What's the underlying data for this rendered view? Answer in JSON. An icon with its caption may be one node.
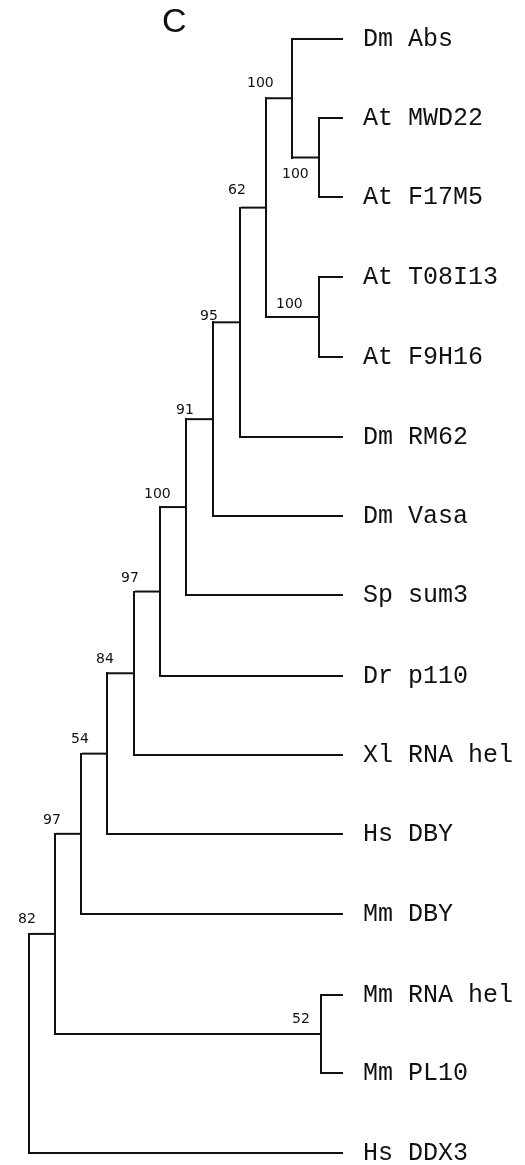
{
  "diagram": {
    "title": "C",
    "nodes": [
      {
        "text": [
          "Dm Abs"
        ]
      },
      {
        "text": [
          "At MWD22"
        ]
      },
      {
        "text": [
          "At F17M5"
        ]
      },
      {
        "text": [
          "At T08I13"
        ]
      },
      {
        "text": [
          "At F9H16"
        ]
      },
      {
        "text": [
          "Dm RM62"
        ]
      },
      {
        "text": [
          "Dm Vasa"
        ]
      },
      {
        "text": [
          "Sp sum3"
        ]
      },
      {
        "text": [
          "Dr p110"
        ]
      },
      {
        "text": [
          "Xl RNA hel"
        ]
      },
      {
        "text": [
          "Hs DBY"
        ]
      },
      {
        "text": [
          "Mm DBY"
        ]
      },
      {
        "text": [
          "Mm RNA hel"
        ]
      },
      {
        "text": [
          "Mm PL10"
        ]
      },
      {
        "text": [
          "Hs DDX3"
        ]
      },
      {
        "text": [],
        "shape": "bar"
      },
      {
        "text": [],
        "shape": "bar"
      },
      {
        "text": [],
        "shape": "bar"
      },
      {
        "text": [],
        "shape": "bar"
      },
      {
        "text": [],
        "shape": "bar"
      },
      {
        "text": [],
        "shape": "bar"
      },
      {
        "text": [],
        "shape": "bar"
      },
      {
        "text": [],
        "shape": "bar"
      },
      {
        "text": [],
        "shape": "bar"
      },
      {
        "text": [],
        "shape": "bar"
      },
      {
        "text": [],
        "shape": "bar"
      },
      {
        "text": [],
        "shape": "bar"
      },
      {
        "text": [],
        "shape": "bar"
      },
      {
        "text": [],
        "shape": "bar"
      }
    ],
    "edges": [
      {
        "from": 15,
        "to": 1,
        "arrow": "none"
      },
      {
        "from": 15,
        "to": 2,
        "arrow": "none"
      },
      {
        "from": 16,
        "to": 0,
        "arrow": "none"
      },
      {
        "from": 16,
        "to": 15,
        "arrow": "none"
      },
      {
        "from": 17,
        "to": 3,
        "arrow": "none"
      },
      {
        "from": 17,
        "to": 4,
        "arrow": "none"
      },
      {
        "from": 18,
        "to": 16,
        "arrow": "none"
      },
      {
        "from": 18,
        "to": 17,
        "arrow": "none"
      },
      {
        "from": 19,
        "to": 18,
        "arrow": "none"
      },
      {
        "from": 19,
        "to": 5,
        "arrow": "none"
      },
      {
        "from": 20,
        "to": 19,
        "arrow": "none"
      },
      {
        "from": 20,
        "to": 6,
        "arrow": "none"
      },
      {
        "from": 21,
        "to": 20,
        "arrow": "none"
      },
      {
        "from": 21,
        "to": 7,
        "arrow": "none"
      },
      {
        "from": 22,
        "to": 21,
        "arrow": "none"
      },
      {
        "from": 22,
        "to": 8,
        "arrow": "none"
      },
      {
        "from": 23,
        "to": 22,
        "arrow": "none"
      },
      {
        "from": 23,
        "to": 9,
        "arrow": "none"
      },
      {
        "from": 24,
        "to": 23,
        "arrow": "none"
      },
      {
        "from": 24,
        "to": 10,
        "arrow": "none"
      },
      {
        "from": 25,
        "to": 24,
        "arrow": "none"
      },
      {
        "from": 25,
        "to": 11,
        "arrow": "none"
      },
      {
        "from": 26,
        "to": 12,
        "arrow": "none"
      },
      {
        "from": 26,
        "to": 13,
        "arrow": "none"
      },
      {
        "from": 27,
        "to": 25,
        "arrow": "none"
      },
      {
        "from": 27,
        "to": 26,
        "arrow": "none"
      },
      {
        "from": 28,
        "to": 27,
        "arrow": "none"
      },
      {
        "from": 28,
        "to": 14,
        "arrow": "none"
      }
    ],
    "labels": [
      "100",
      "100",
      "62",
      "100",
      "95",
      "91",
      "100",
      "97",
      "84",
      "54",
      "97",
      "82",
      "52"
    ]
  }
}
